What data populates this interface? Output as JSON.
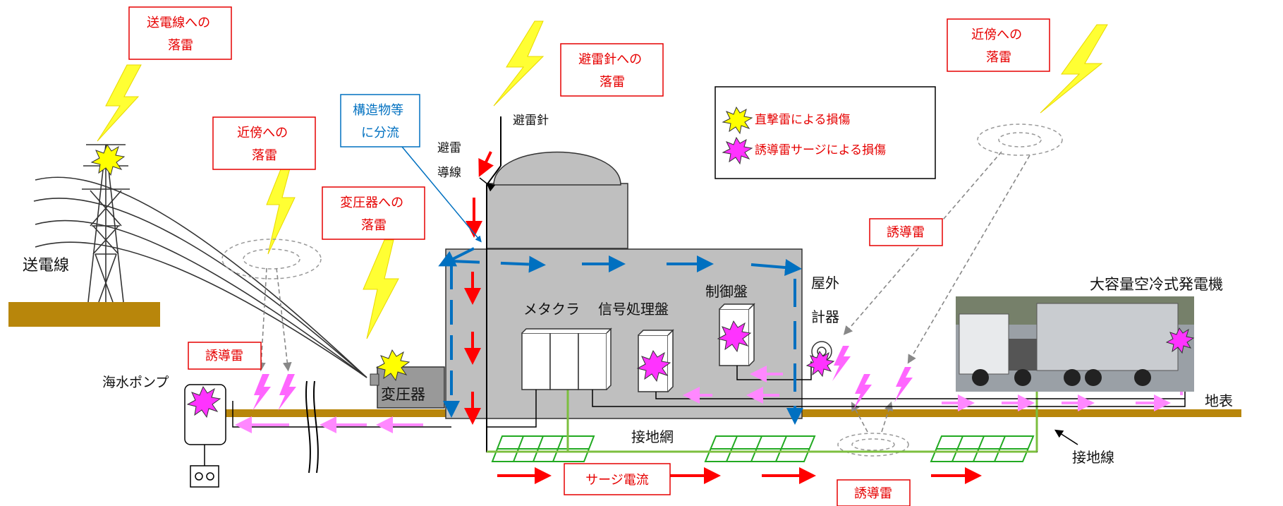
{
  "labels": {
    "strike_transmission": [
      "送電線への",
      "落雷"
    ],
    "strike_lightning_rod": [
      "避雷針への",
      "落雷"
    ],
    "strike_nearby_left": [
      "近傍への",
      "落雷"
    ],
    "strike_transformer": [
      "変圧器への",
      "落雷"
    ],
    "strike_nearby_right": [
      "近傍への",
      "落雷"
    ],
    "split_structure": [
      "構造物等",
      "に分流"
    ],
    "induced_left": "誘導雷",
    "induced_right": "誘導雷",
    "induced_bottom": "誘導雷",
    "surge_current": "サージ電流"
  },
  "components": {
    "transmission_line": "送電線",
    "seawater_pump": "海水ポンプ",
    "transformer": "変圧器",
    "lightning_rod": "避雷針",
    "down_conductor": [
      "避雷",
      "導線"
    ],
    "metaclad": "メタクラ",
    "signal_panel": "信号処理盤",
    "control_panel": "制御盤",
    "outdoor_meter": [
      "屋外",
      "計器"
    ],
    "generator": "大容量空冷式発電機",
    "ground_surface": "地表",
    "ground_mesh": "接地網",
    "ground_wire": "接地線"
  },
  "legend": {
    "direct": "直撃雷による損傷",
    "induced": "誘導雷サージによる損傷"
  },
  "colors": {
    "lightning": "#ffff33",
    "direct_damage": "#ffff00",
    "induced_damage": "#ff33ff",
    "surge_arrow": "#ff0000",
    "split_arrow": "#0070c0",
    "induced_arrow": "#ff88ff",
    "ground": "#b8860b",
    "mesh": "#22aa22",
    "building": "#bfbfbf"
  }
}
